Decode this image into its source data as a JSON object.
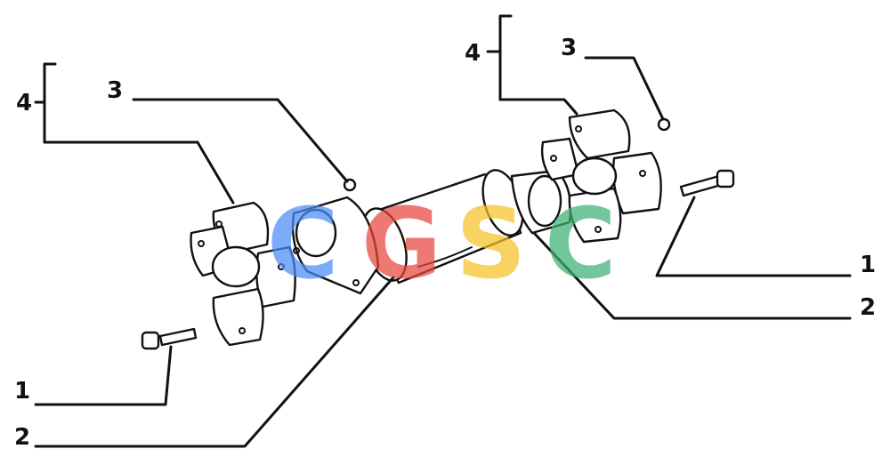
{
  "callouts": {
    "left_bracket_label": "4",
    "left_screw_label": "3",
    "left_bolt_label": "1",
    "left_shaft_label": "2",
    "right_bracket_label": "4",
    "right_screw_label": "3",
    "right_bolt_label": "1",
    "right_shaft_label": "2"
  },
  "watermark": {
    "letters": [
      "C",
      "G",
      "S",
      "C"
    ],
    "colors": [
      "#4b8bf5",
      "#e8453c",
      "#f7c325",
      "#3db173"
    ]
  }
}
